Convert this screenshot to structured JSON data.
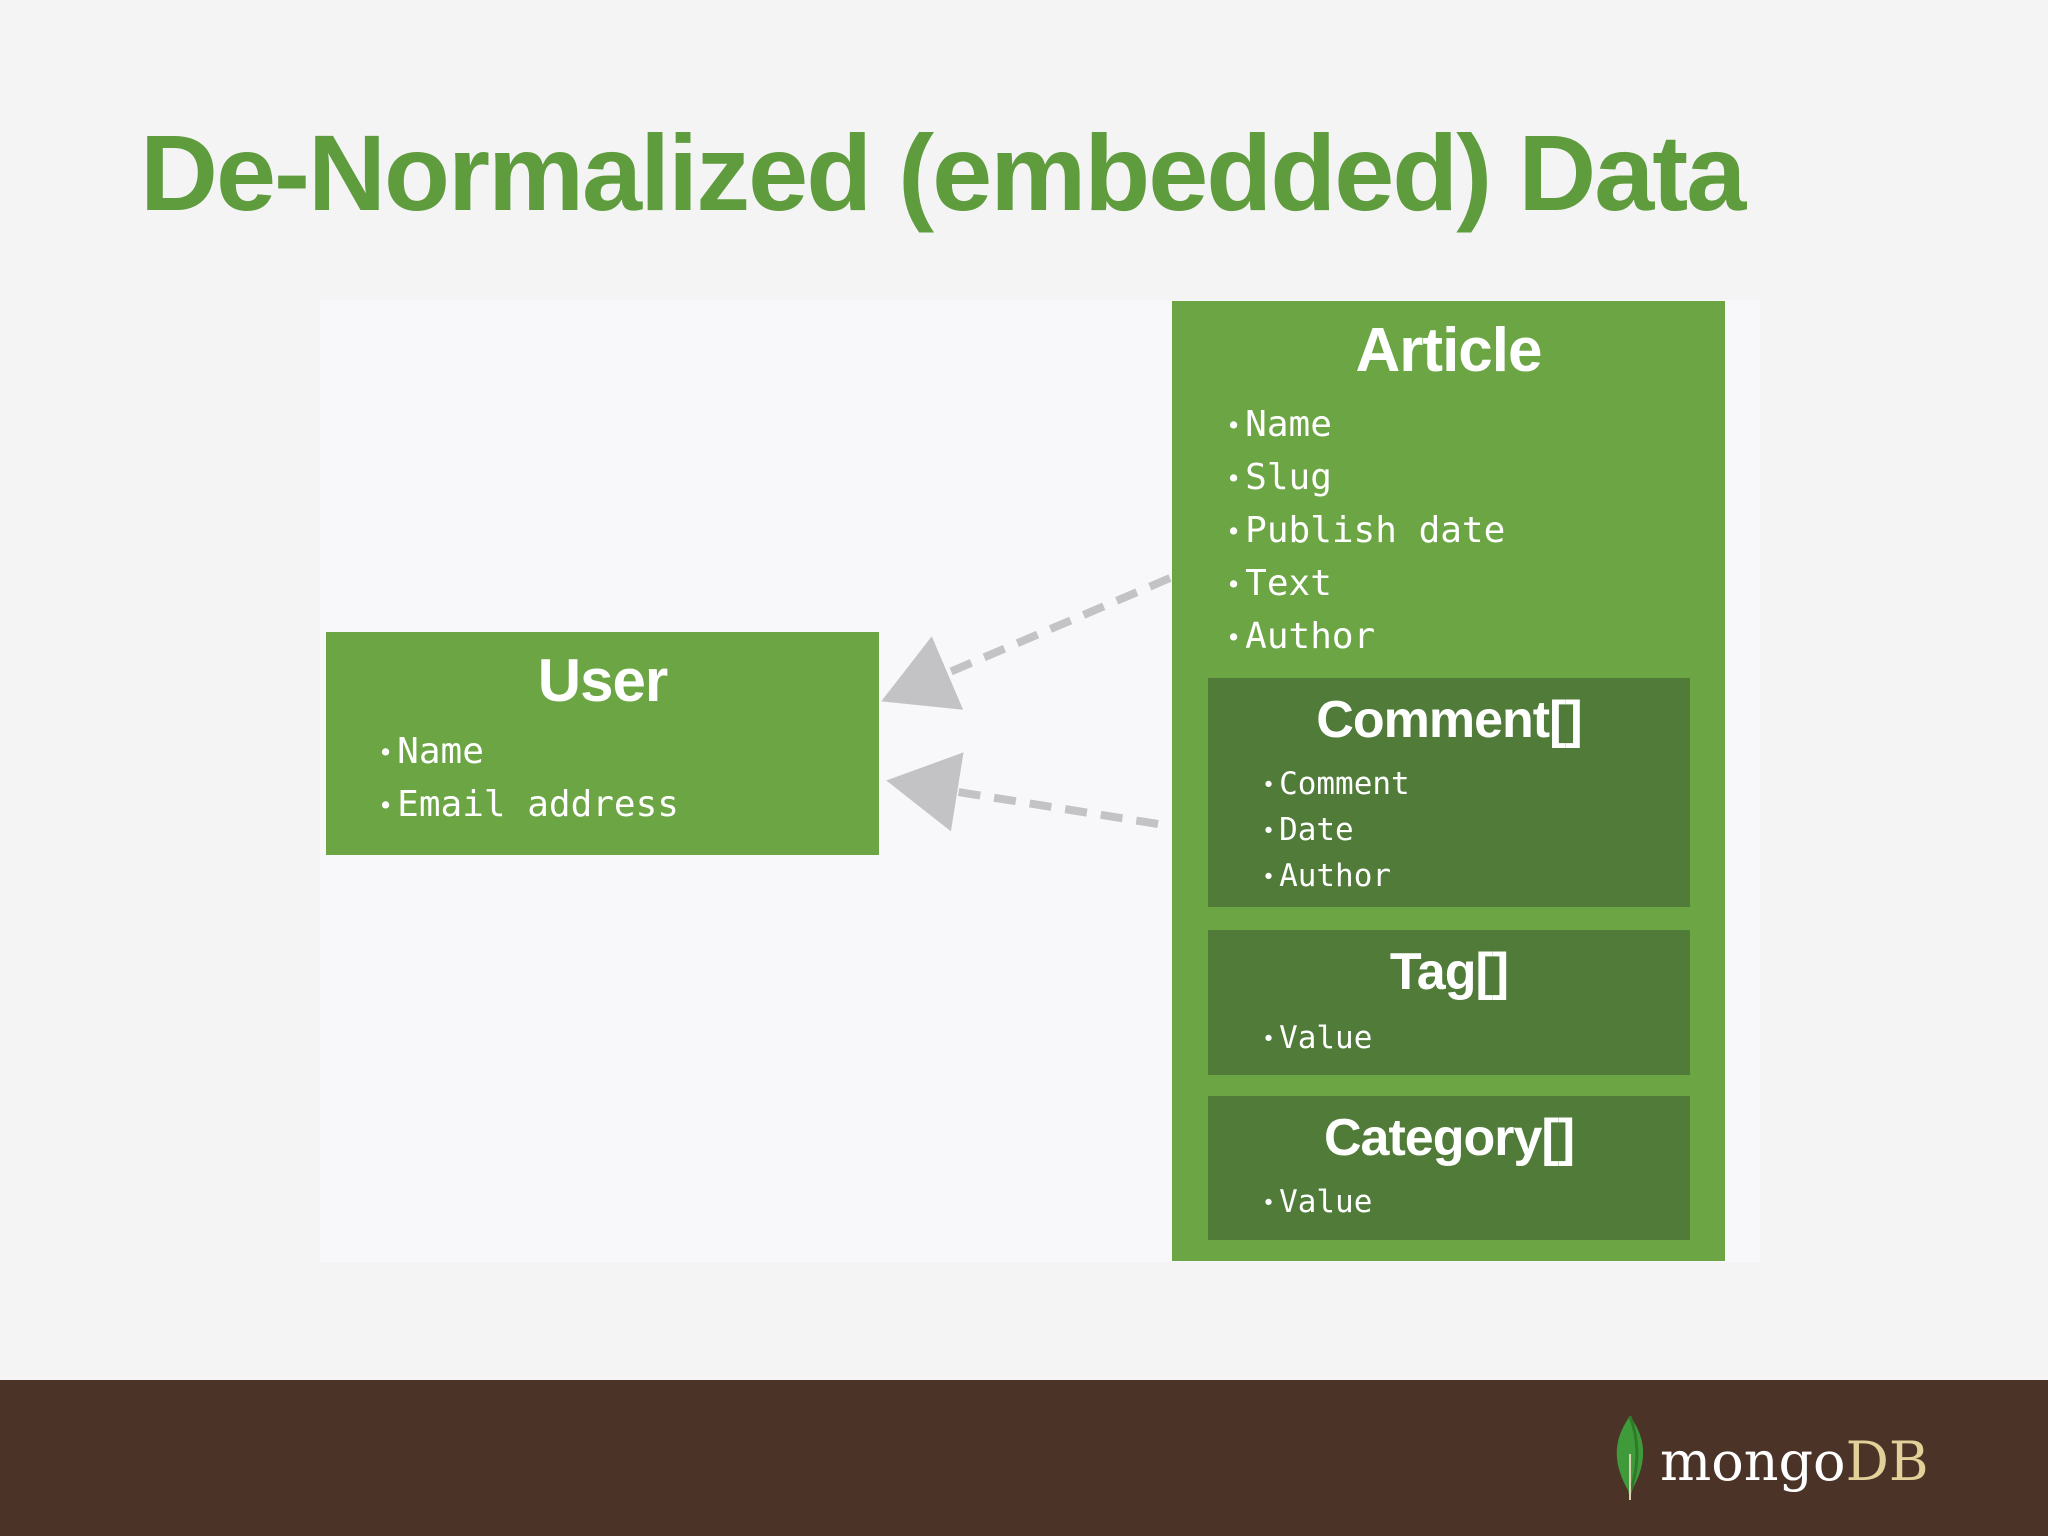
{
  "title": "De-Normalized (embedded) Data",
  "user": {
    "title": "User",
    "fields": [
      "Name",
      "Email address"
    ]
  },
  "article": {
    "title": "Article",
    "fields": [
      "Name",
      "Slug",
      "Publish date",
      "Text",
      "Author"
    ],
    "comment": {
      "title": "Comment[]",
      "fields": [
        "Comment",
        "Date",
        "Author"
      ]
    },
    "tag": {
      "title": "Tag[]",
      "fields": [
        "Value"
      ]
    },
    "category": {
      "title": "Category[]",
      "fields": [
        "Value"
      ]
    }
  },
  "logo": {
    "part1": "mongo",
    "part2": "DB"
  },
  "colors": {
    "accent_green": "#5f9c3e",
    "box_green": "#6ca544",
    "sub_box_green": "#507b38",
    "footer_brown": "#4c3328",
    "arrow_gray": "#c3c3c6"
  }
}
